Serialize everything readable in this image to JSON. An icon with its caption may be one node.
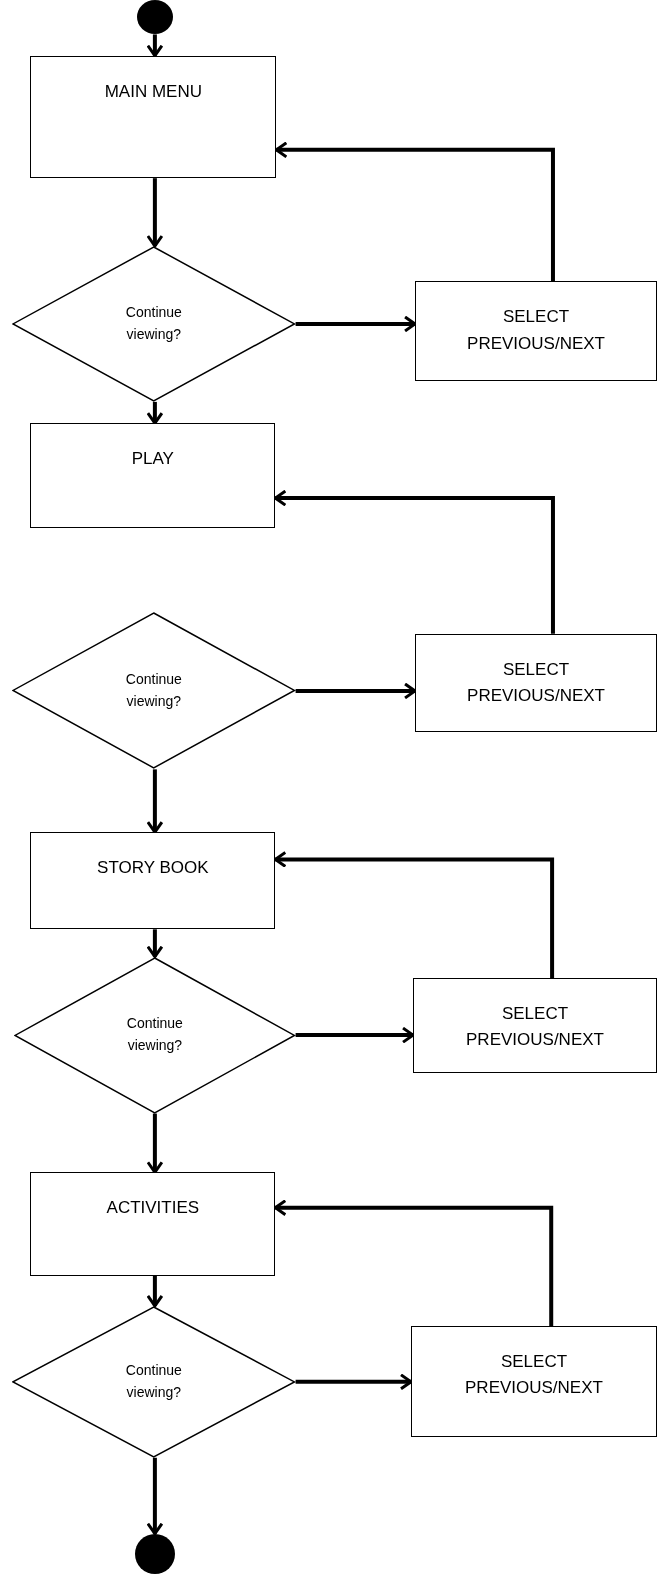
{
  "diagram": {
    "nodes": [
      {
        "text": [],
        "shape": "circle"
      },
      {
        "text": [
          "MAIN MENU"
        ]
      },
      {
        "text": [
          "Continue viewing?"
        ]
      },
      {
        "text": [
          "SELECT PREVIOUS/NEXT"
        ]
      },
      {
        "text": [
          "PLAY"
        ]
      },
      {
        "text": [
          "Continue viewing?"
        ]
      },
      {
        "text": [
          "SELECT PREVIOUS/NEXT"
        ]
      },
      {
        "text": [
          "STORY BOOK"
        ]
      },
      {
        "text": [
          "Continue viewing?"
        ]
      },
      {
        "text": [
          "SELECT PREVIOUS/NEXT"
        ]
      },
      {
        "text": [
          "ACTIVITIES"
        ]
      },
      {
        "text": [
          "Continue viewing?"
        ]
      },
      {
        "text": [
          "SELECT PREVIOUS/NEXT"
        ]
      },
      {
        "text": [],
        "shape": "circle"
      }
    ],
    "edges": [
      {
        "from": 0,
        "to": 1,
        "arrow": "to"
      },
      {
        "from": 1,
        "to": 2,
        "arrow": "to"
      },
      {
        "from": 2,
        "to": 3,
        "arrow": "to"
      },
      {
        "from": 3,
        "to": 1,
        "arrow": "to"
      },
      {
        "from": 2,
        "to": 4,
        "arrow": "to"
      },
      {
        "from": 5,
        "to": 6,
        "arrow": "to"
      },
      {
        "from": 6,
        "to": 4,
        "arrow": "to"
      },
      {
        "from": 5,
        "to": 7,
        "arrow": "to"
      },
      {
        "from": 7,
        "to": 8,
        "arrow": "to"
      },
      {
        "from": 8,
        "to": 9,
        "arrow": "to"
      },
      {
        "from": 9,
        "to": 7,
        "arrow": "to"
      },
      {
        "from": 8,
        "to": 10,
        "arrow": "to"
      },
      {
        "from": 10,
        "to": 11,
        "arrow": "to"
      },
      {
        "from": 11,
        "to": 12,
        "arrow": "to"
      },
      {
        "from": 12,
        "to": 10,
        "arrow": "to"
      },
      {
        "from": 11,
        "to": 13,
        "arrow": "to"
      }
    ]
  }
}
